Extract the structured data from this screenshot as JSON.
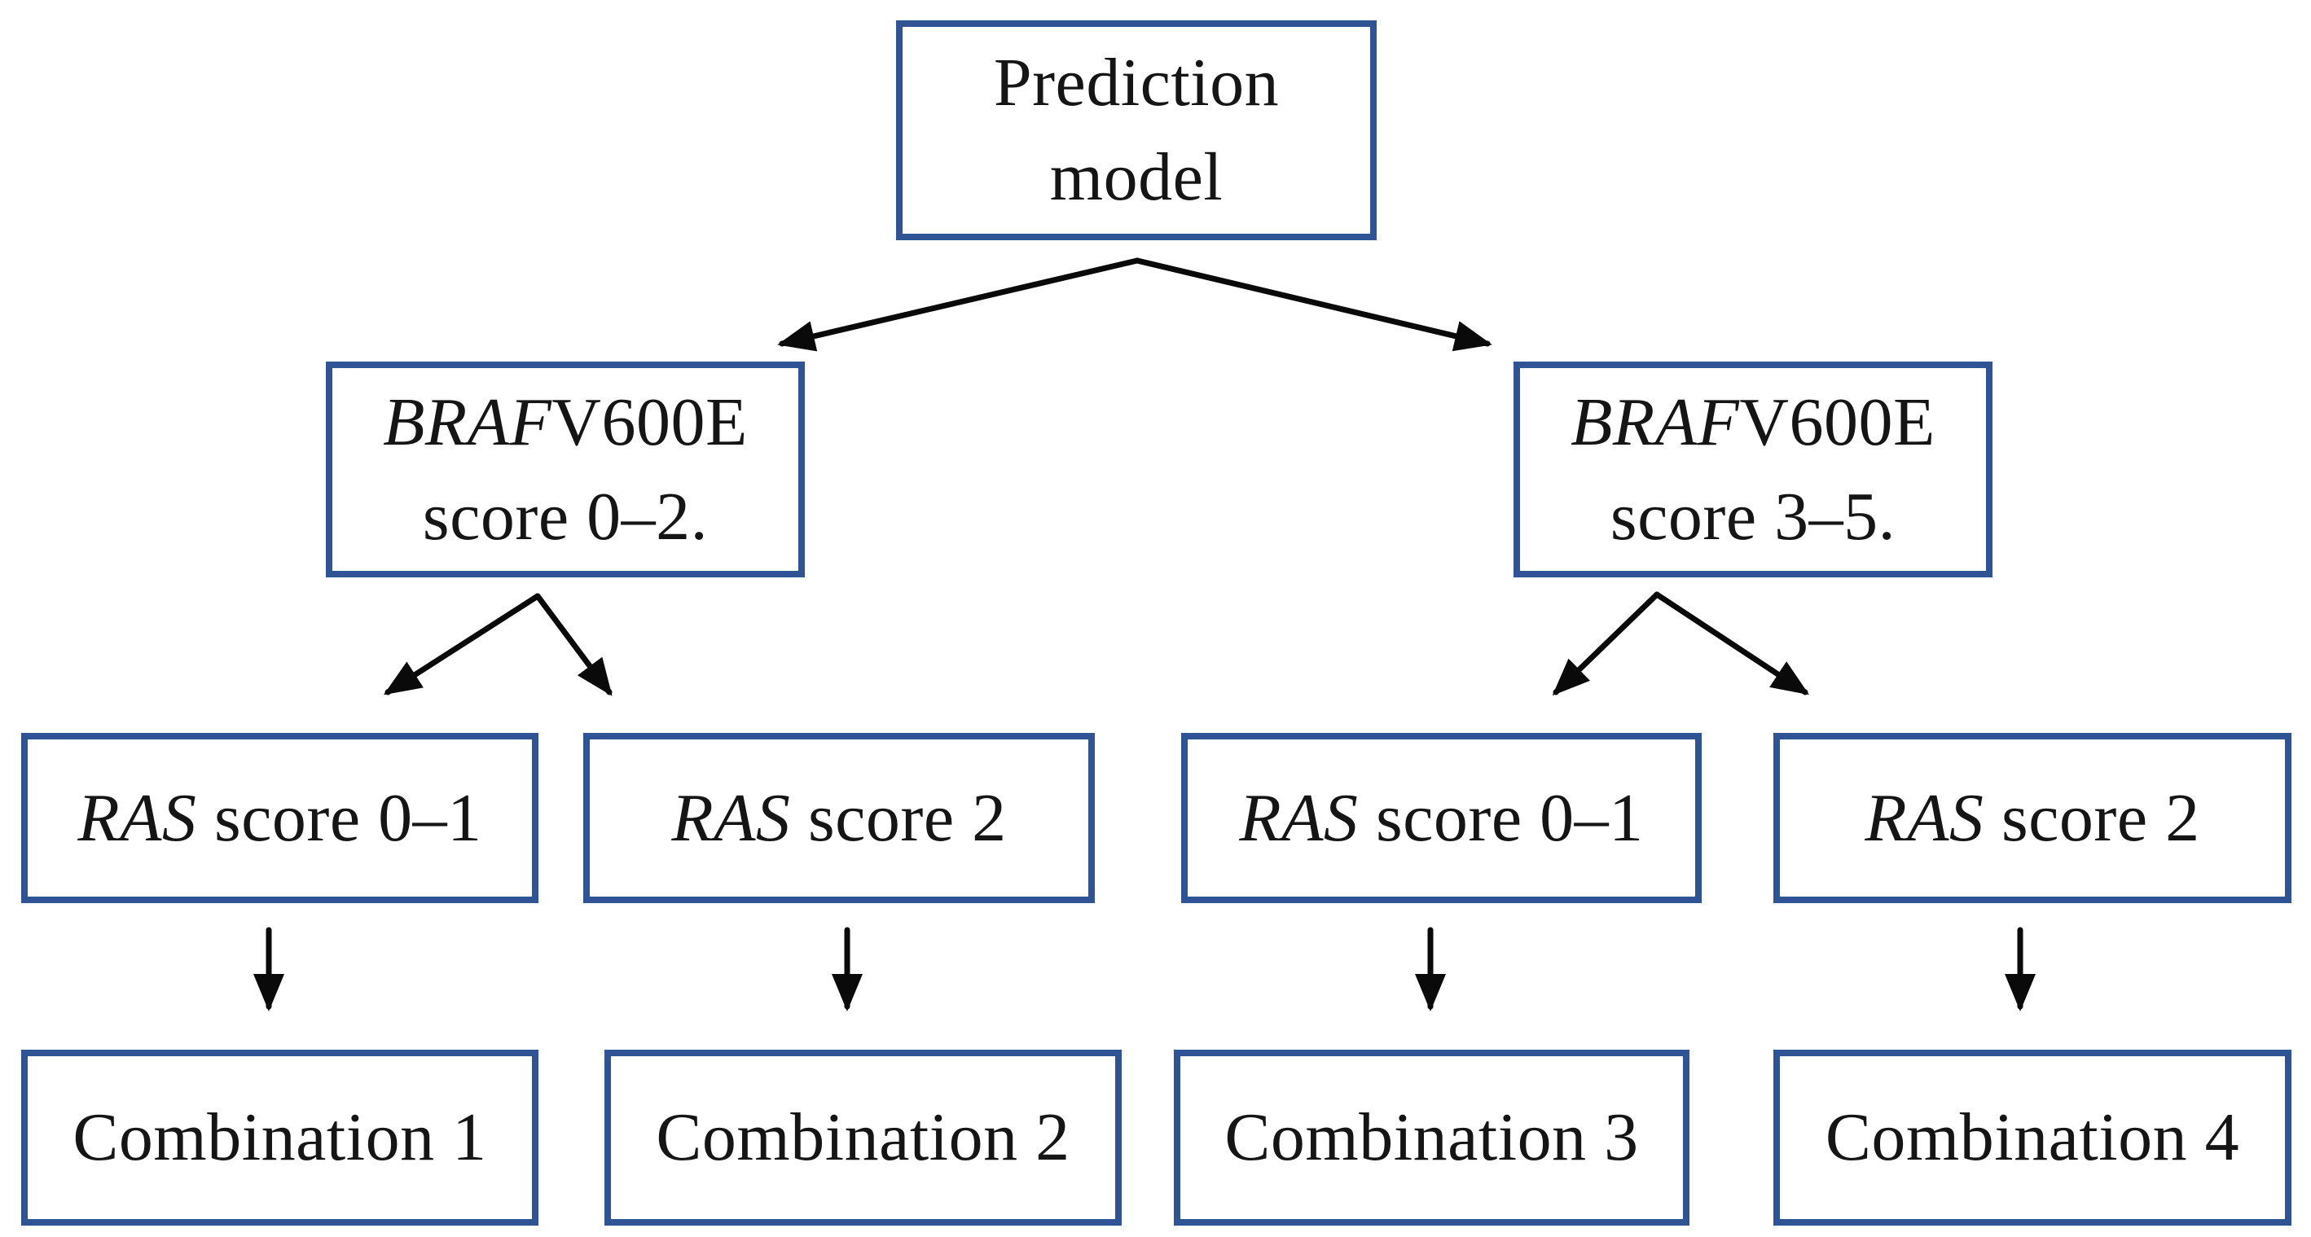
{
  "colors": {
    "box_border": "#2F5496",
    "arrow": "#0a0a0a",
    "text": "#151515",
    "background": "#ffffff"
  },
  "root": {
    "line1": "Prediction",
    "line2": "model"
  },
  "level2": [
    {
      "gene": "BRAF",
      "suffix": "V600E",
      "score": "score 0–2."
    },
    {
      "gene": "BRAF",
      "suffix": "V600E",
      "score": "score 3–5."
    }
  ],
  "level3": [
    {
      "gene": "RAS",
      "rest": " score 0–1"
    },
    {
      "gene": "RAS",
      "rest": " score 2"
    },
    {
      "gene": "RAS",
      "rest": " score 0–1"
    },
    {
      "gene": "RAS",
      "rest": " score 2"
    }
  ],
  "level4": [
    {
      "label": "Combination 1"
    },
    {
      "label": "Combination 2"
    },
    {
      "label": "Combination 3"
    },
    {
      "label": "Combination 4"
    }
  ]
}
